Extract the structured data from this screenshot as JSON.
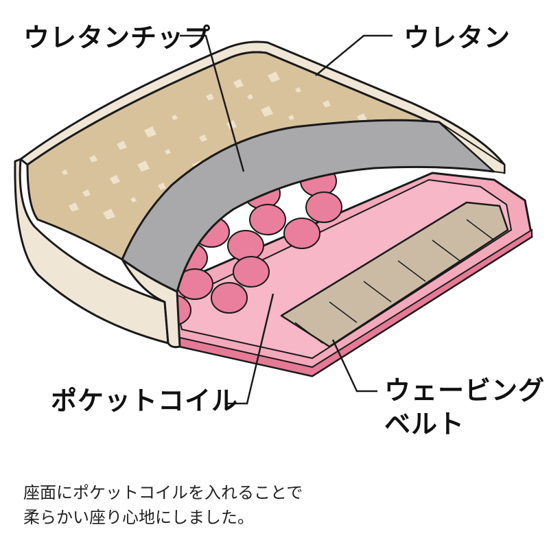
{
  "labels": {
    "urethane_chip": "ウレタンチップ",
    "urethane": "ウレタン",
    "pocket_coil": "ポケットコイル",
    "webbing_line1": "ウェービング",
    "webbing_line2": "ベルト"
  },
  "caption": {
    "line1": "座面にポケットコイルを入れることで",
    "line2": "柔らかい座り心地にしました。"
  },
  "colors": {
    "frame": "#efe6d6",
    "chip_foam": "#d8c29c",
    "chip_speck": "#f3e8d4",
    "urethane_gray": "#a9a9ab",
    "pink_base": "#f4a9bb",
    "pink_dark": "#e67a96",
    "coil": "#e97f9c",
    "webbing": "#cbbba5",
    "outline": "#1a1a1a"
  }
}
